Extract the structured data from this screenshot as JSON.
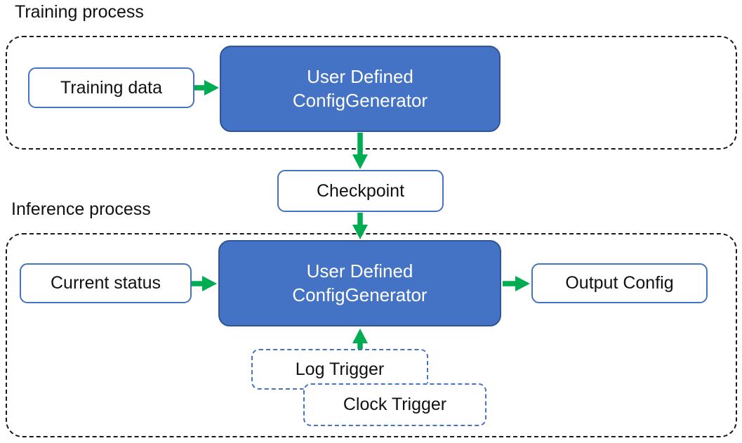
{
  "labels": {
    "training_section": "Training process",
    "inference_section": "Inference process"
  },
  "nodes": {
    "training_data": "Training data",
    "generator_line1": "User Defined",
    "generator_line2": "ConfigGenerator",
    "checkpoint": "Checkpoint",
    "current_status": "Current status",
    "output_config": "Output Config",
    "log_trigger": "Log Trigger",
    "clock_trigger": "Clock Trigger"
  },
  "colors": {
    "node_fill_blue": "#4472C4",
    "node_border_blue": "#2F5597",
    "outline_blue": "#4472C4",
    "arrow_green": "#00AC52",
    "dashed_black": "#1a1a1a",
    "text_dark": "#111111",
    "text_light": "#FFFFFF"
  }
}
